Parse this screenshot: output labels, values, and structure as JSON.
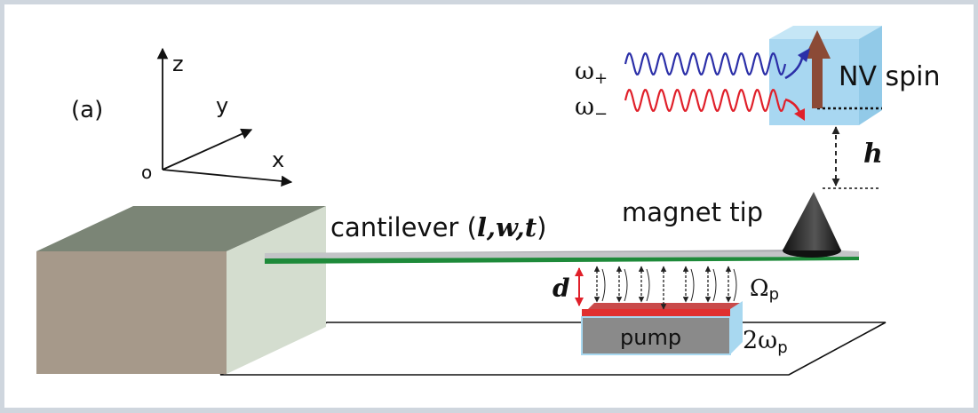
{
  "panel_label": "(a)",
  "axes": {
    "z": "z",
    "y": "y",
    "x": "x",
    "origin": "o"
  },
  "beams": {
    "plus": {
      "label": "ω+",
      "base": "ω",
      "sub": "+",
      "color": "#2b2fa8"
    },
    "minus": {
      "label": "ω−",
      "base": "ω",
      "sub": "−",
      "color": "#e0202a"
    }
  },
  "nv": {
    "label": "NV spin",
    "cube_color": "#9fd3ef",
    "arrow_color": "#8b4a36"
  },
  "height": {
    "label": "h"
  },
  "tip": {
    "label": "magnet tip"
  },
  "cantilever": {
    "label_prefix": "cantilever (",
    "params": "l,w,t",
    "label_suffix": ")",
    "top_color": "#a9aaae",
    "edge_color": "#1e8a3a"
  },
  "gap": {
    "label": "d"
  },
  "omega_p": {
    "label": "Ωp",
    "base": "Ω",
    "sub": "p"
  },
  "pump": {
    "label": "pump",
    "top_color": "#e03030",
    "front_color": "#8a8a8a",
    "side_color": "#a8d8f0"
  },
  "drive": {
    "label": "2ωp",
    "base": "2ω",
    "sub": "p"
  },
  "base_block": {
    "front_color": "#a6998a",
    "top_color": "#7b8576",
    "side_color": "#d4ddcf"
  }
}
